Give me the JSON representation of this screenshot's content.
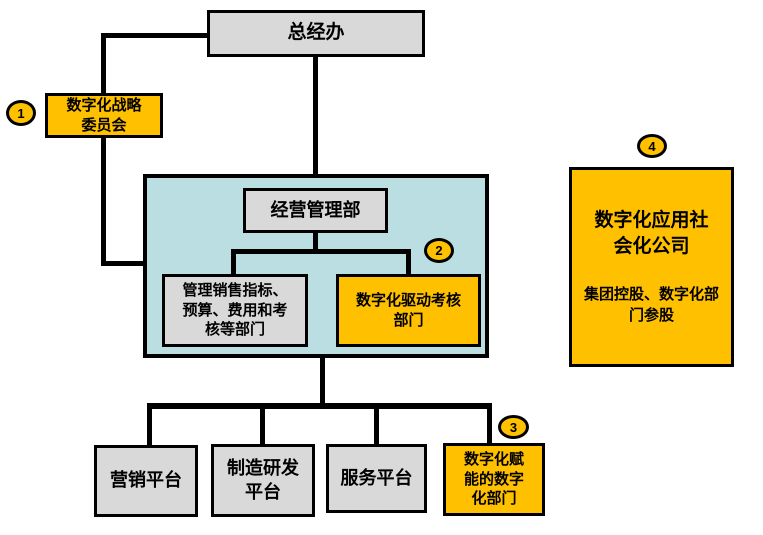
{
  "colors": {
    "gray_fill": "#d9d9d9",
    "orange_fill": "#ffc000",
    "group_fill": "#badee2",
    "line_and_border": "#000000",
    "background": "#ffffff"
  },
  "nodes": {
    "gm_office": {
      "label": "总经办"
    },
    "digital_strategy_committee": {
      "label": "数字化战略\n委员会",
      "badge": "1"
    },
    "operations_management_dept": {
      "label": "经营管理部"
    },
    "sales_budget_assessment_depts": {
      "label": "管理销售指标、\n预算、费用和考\n核等部门"
    },
    "digital_driven_assessment_dept": {
      "label": "数字化驱动考核\n部门",
      "badge": "2"
    },
    "digital_application_company": {
      "title": "数字化应用社\n会化公司",
      "subtitle": "集团控股、数字化部\n门参股",
      "badge": "4"
    },
    "marketing_platform": {
      "label": "营销平台"
    },
    "manufacturing_rd_platform": {
      "label": "制造研发\n平台"
    },
    "service_platform": {
      "label": "服务平台"
    },
    "digital_enabled_digital_dept": {
      "label": "数字化赋\n能的数字\n化部门",
      "badge": "3"
    }
  }
}
